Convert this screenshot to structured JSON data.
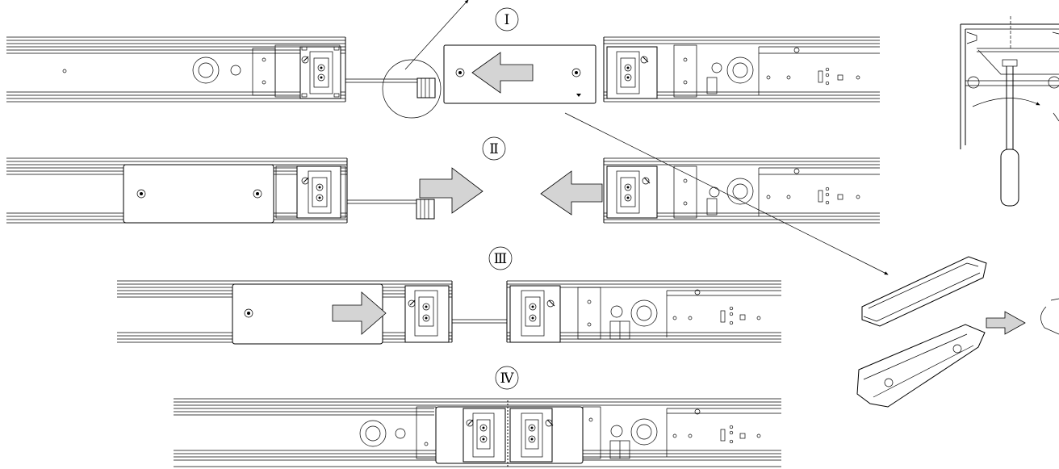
{
  "steps": [
    {
      "id": "I",
      "label": "Ⅰ"
    },
    {
      "id": "II",
      "label": "Ⅱ"
    },
    {
      "id": "III",
      "label": "Ⅲ"
    },
    {
      "id": "IV",
      "label": "Ⅳ"
    }
  ],
  "colors": {
    "line": "#000000",
    "arrow_fill": "#d4d4d4",
    "background": "#ffffff"
  }
}
